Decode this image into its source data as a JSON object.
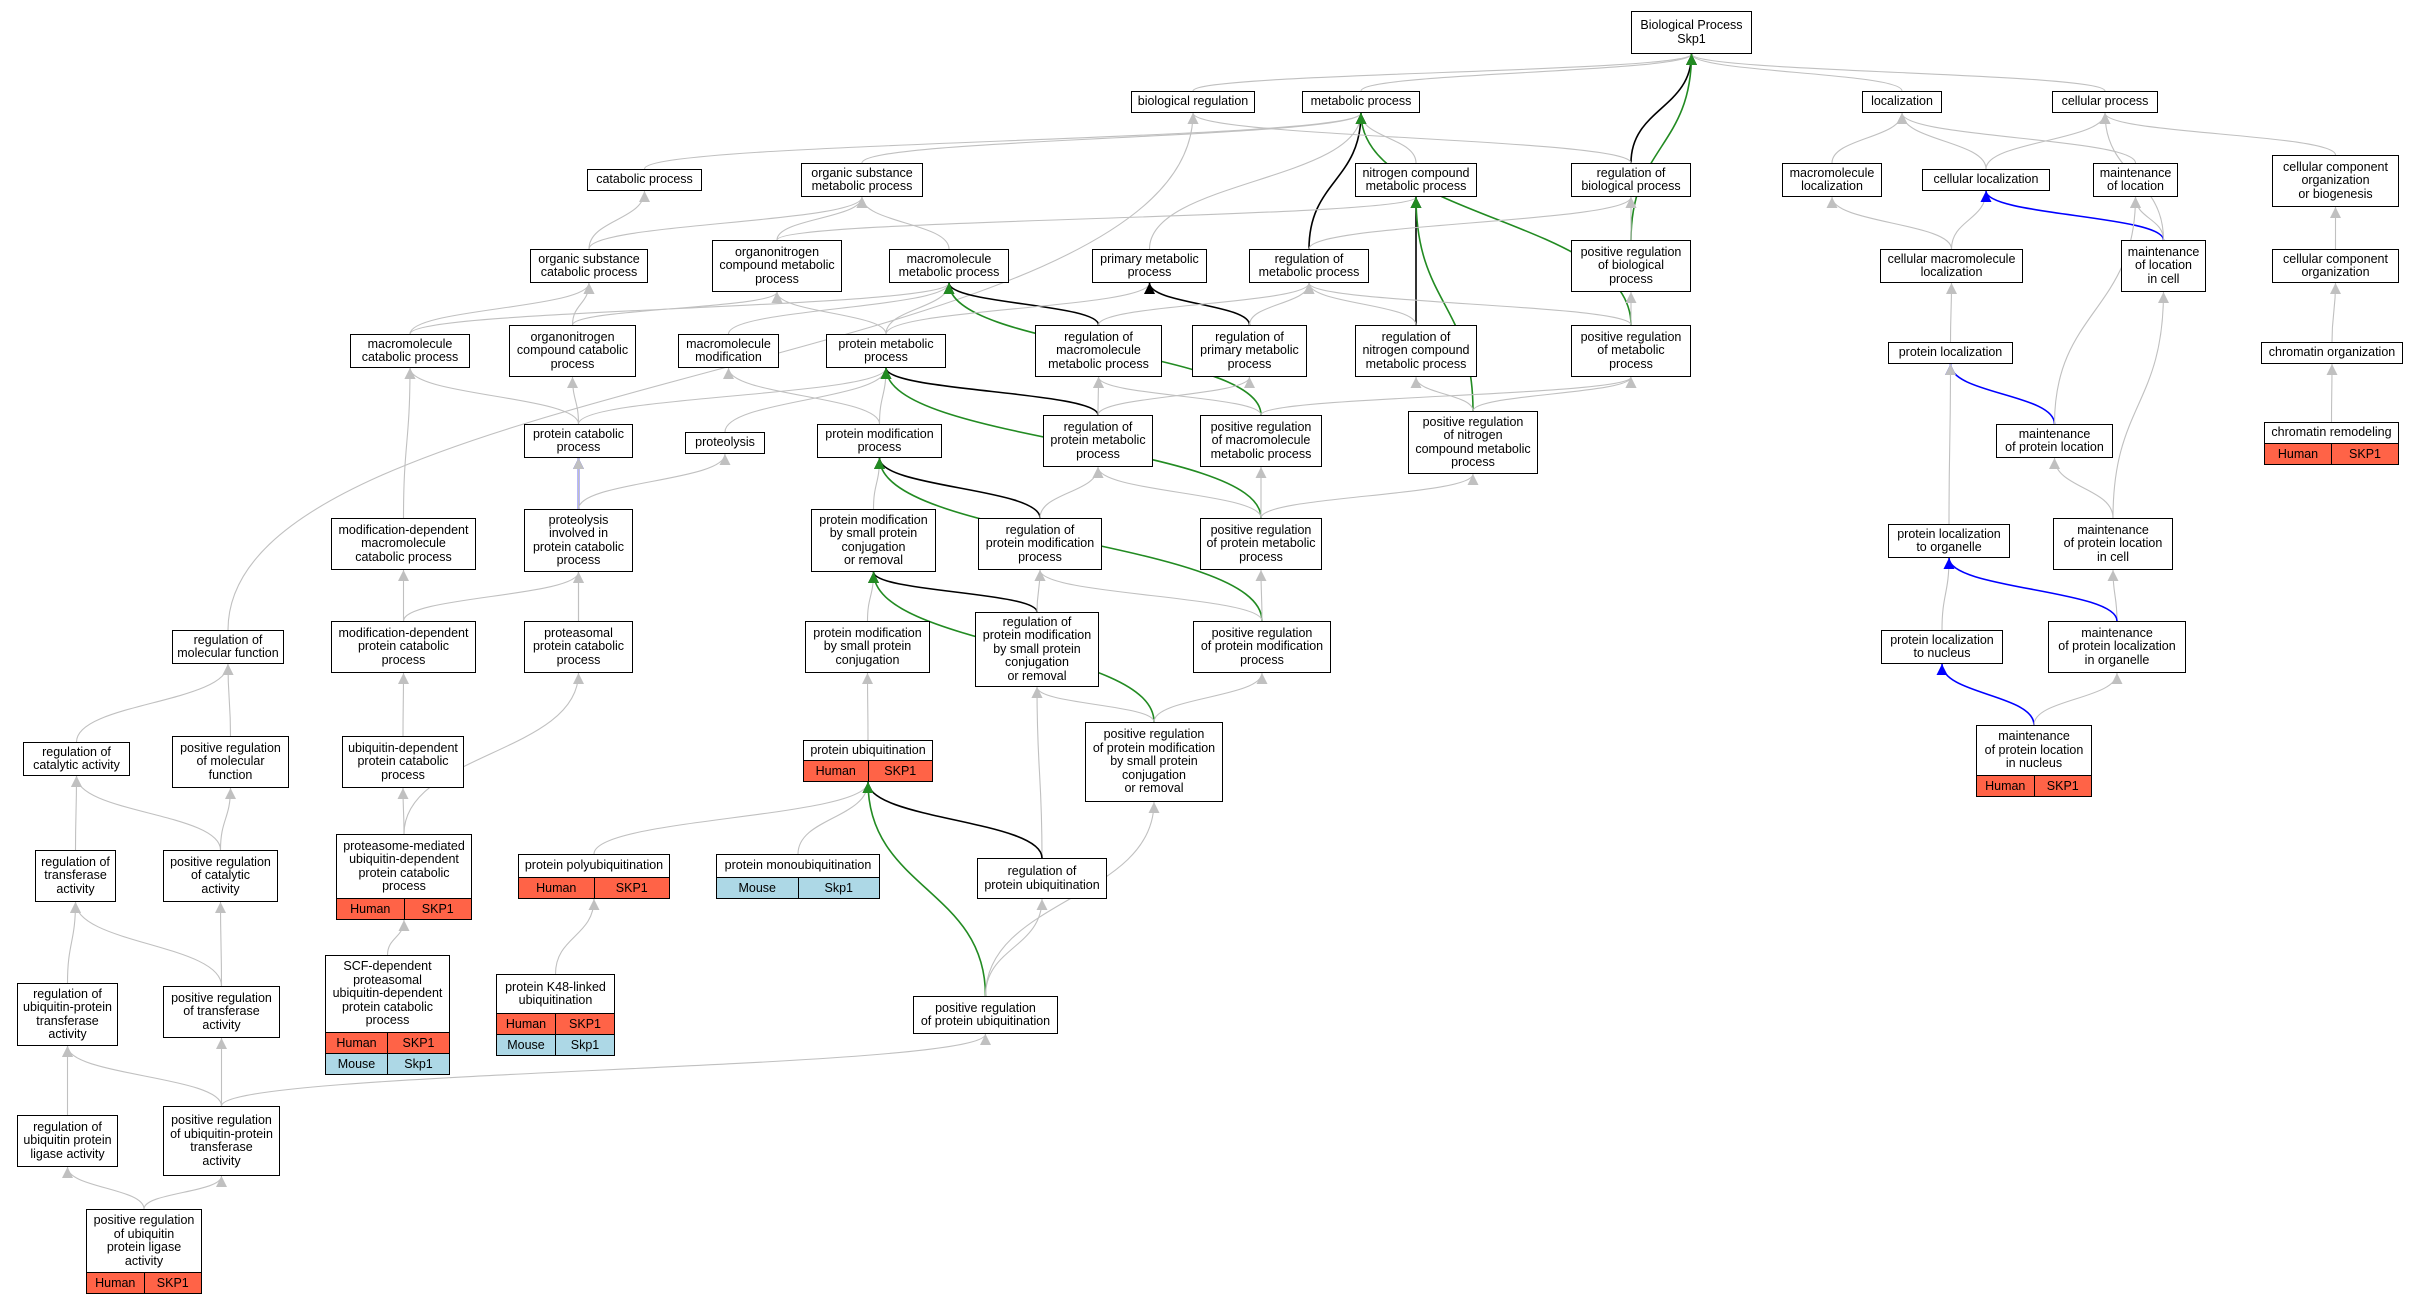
{
  "colors": {
    "edge_gray": "#c0c0c0",
    "edge_black": "#000000",
    "edge_green": "#228b22",
    "edge_blue": "#0000ff",
    "human": "#ff6347",
    "mouse": "#add8e6"
  },
  "nodes": [
    {
      "id": "root",
      "label": "Biological Process\nSkp1"
    },
    {
      "id": "bioreg",
      "label": "biological regulation"
    },
    {
      "id": "metab",
      "label": "metabolic process"
    },
    {
      "id": "local",
      "label": "localization"
    },
    {
      "id": "cellproc",
      "label": "cellular process"
    },
    {
      "id": "catab",
      "label": "catabolic process"
    },
    {
      "id": "orgsub",
      "label": "organic substance\nmetabolic process"
    },
    {
      "id": "nitro",
      "label": "nitrogen compound\nmetabolic process"
    },
    {
      "id": "regbio",
      "label": "regulation of\nbiological process"
    },
    {
      "id": "macroloc",
      "label": "macromolecule\nlocalization"
    },
    {
      "id": "cellloc",
      "label": "cellular localization"
    },
    {
      "id": "mainloc",
      "label": "maintenance\nof location"
    },
    {
      "id": "ccorgbio",
      "label": "cellular component\norganization\nor biogenesis"
    },
    {
      "id": "orgsubcat",
      "label": "organic substance\ncatabolic process"
    },
    {
      "id": "organonit",
      "label": "organonitrogen\ncompound metabolic\nprocess"
    },
    {
      "id": "macromet",
      "label": "macromolecule\nmetabolic process"
    },
    {
      "id": "primmet",
      "label": "primary metabolic\nprocess"
    },
    {
      "id": "regmet",
      "label": "regulation of\nmetabolic process"
    },
    {
      "id": "posregbio",
      "label": "positive regulation\nof biological\nprocess"
    },
    {
      "id": "cellmacroloc",
      "label": "cellular macromolecule\nlocalization"
    },
    {
      "id": "mainlocincell",
      "label": "maintenance\nof location\nin cell"
    },
    {
      "id": "ccorg",
      "label": "cellular component\norganization"
    },
    {
      "id": "macrocat",
      "label": "macromolecule\ncatabolic process"
    },
    {
      "id": "orgnitcat",
      "label": "organonitrogen\ncompound catabolic\nprocess"
    },
    {
      "id": "macromod",
      "label": "macromolecule\nmodification"
    },
    {
      "id": "protmet",
      "label": "protein metabolic\nprocess"
    },
    {
      "id": "regmacromet",
      "label": "regulation of\nmacromolecule\nmetabolic process"
    },
    {
      "id": "regprimmet",
      "label": "regulation of\nprimary metabolic\nprocess"
    },
    {
      "id": "regnitro",
      "label": "regulation of\nnitrogen compound\nmetabolic process"
    },
    {
      "id": "posregmet",
      "label": "positive regulation\nof metabolic\nprocess"
    },
    {
      "id": "protloc",
      "label": "protein localization"
    },
    {
      "id": "chromorg",
      "label": "chromatin organization"
    },
    {
      "id": "protcat",
      "label": "protein catabolic\nprocess"
    },
    {
      "id": "proteolysis",
      "label": "proteolysis"
    },
    {
      "id": "protmod",
      "label": "protein modification\nprocess"
    },
    {
      "id": "regprotmet",
      "label": "regulation of\nprotein metabolic\nprocess"
    },
    {
      "id": "posregmacromet",
      "label": "positive regulation\nof macromolecule\nmetabolic process"
    },
    {
      "id": "posregnitro",
      "label": "positive regulation\nof nitrogen\ncompound metabolic\nprocess"
    },
    {
      "id": "mainprotloc",
      "label": "maintenance\nof protein location"
    },
    {
      "id": "chromremod",
      "label": "chromatin remodeling",
      "species": [
        [
          "Human",
          "SKP1"
        ]
      ]
    },
    {
      "id": "moddepmacro",
      "label": "modification-dependent\nmacromolecule\ncatabolic process"
    },
    {
      "id": "proteolysiscat",
      "label": "proteolysis\ninvolved in\nprotein catabolic\nprocess"
    },
    {
      "id": "protmodsmall",
      "label": "protein modification\nby small protein\nconjugation\nor removal"
    },
    {
      "id": "regprotmod",
      "label": "regulation of\nprotein modification\nprocess"
    },
    {
      "id": "posregprotmet",
      "label": "positive regulation\nof protein metabolic\nprocess"
    },
    {
      "id": "protlocorg",
      "label": "protein localization\nto organelle"
    },
    {
      "id": "mainprotlocincell",
      "label": "maintenance\nof protein location\nin cell"
    },
    {
      "id": "regmolfunc",
      "label": "regulation of\nmolecular function"
    },
    {
      "id": "moddepprot",
      "label": "modification-dependent\nprotein catabolic\nprocess"
    },
    {
      "id": "proteasomal",
      "label": "proteasomal\nprotein catabolic\nprocess"
    },
    {
      "id": "protmodconj",
      "label": "protein modification\nby small protein\nconjugation"
    },
    {
      "id": "regprotmodsmall",
      "label": "regulation of\nprotein modification\nby small protein\nconjugation\nor removal"
    },
    {
      "id": "posregprotmod",
      "label": "positive regulation\nof protein modification\nprocess"
    },
    {
      "id": "protlocnuc",
      "label": "protein localization\nto nucleus"
    },
    {
      "id": "mainprotlocorg",
      "label": "maintenance\nof protein localization\nin organelle"
    },
    {
      "id": "regcat",
      "label": "regulation of\ncatalytic activity"
    },
    {
      "id": "posregmolfunc",
      "label": "positive regulation\nof molecular\nfunction"
    },
    {
      "id": "ubdep",
      "label": "ubiquitin-dependent\nprotein catabolic\nprocess"
    },
    {
      "id": "protubiq",
      "label": "protein ubiquitination",
      "species": [
        [
          "Human",
          "SKP1"
        ]
      ]
    },
    {
      "id": "posregprotmodsmall",
      "label": "positive regulation\nof protein modification\nby small protein\nconjugation\nor removal"
    },
    {
      "id": "mainprotlocnuc",
      "label": "maintenance\nof protein location\nin nucleus",
      "species": [
        [
          "Human",
          "SKP1"
        ]
      ]
    },
    {
      "id": "regtrans",
      "label": "regulation of\ntransferase\nactivity"
    },
    {
      "id": "posregcat",
      "label": "positive regulation\nof catalytic\nactivity"
    },
    {
      "id": "proteasomemed",
      "label": "proteasome-mediated\nubiquitin-dependent\nprotein catabolic\nprocess",
      "species": [
        [
          "Human",
          "SKP1"
        ]
      ]
    },
    {
      "id": "protpoly",
      "label": "protein polyubiquitination",
      "species": [
        [
          "Human",
          "SKP1"
        ]
      ]
    },
    {
      "id": "protmono",
      "label": "protein monoubiquitination",
      "species": [
        [
          "Mouse",
          "Skp1"
        ]
      ]
    },
    {
      "id": "regprotubiq",
      "label": "regulation of\nprotein ubiquitination"
    },
    {
      "id": "scf",
      "label": "SCF-dependent\nproteasomal\nubiquitin-dependent\nprotein catabolic\nprocess",
      "species": [
        [
          "Human",
          "SKP1"
        ],
        [
          "Mouse",
          "Skp1"
        ]
      ]
    },
    {
      "id": "k48",
      "label": "protein K48-linked\nubiquitination",
      "species": [
        [
          "Human",
          "SKP1"
        ],
        [
          "Mouse",
          "Skp1"
        ]
      ]
    },
    {
      "id": "posregprotubiq",
      "label": "positive regulation\nof protein ubiquitination"
    },
    {
      "id": "regubiqtrans",
      "label": "regulation of\nubiquitin-protein\ntransferase\nactivity"
    },
    {
      "id": "posregtrans",
      "label": "positive regulation\nof transferase\nactivity"
    },
    {
      "id": "regubiqlig",
      "label": "regulation of\nubiquitin protein\nligase activity"
    },
    {
      "id": "posregubiqtrans",
      "label": "positive regulation\nof ubiquitin-protein\ntransferase\nactivity"
    },
    {
      "id": "posregubiqlig",
      "label": "positive regulation\nof ubiquitin\nprotein ligase\nactivity",
      "species": [
        [
          "Human",
          "SKP1"
        ]
      ]
    }
  ],
  "edges": [
    [
      "bioreg",
      "root",
      "gray"
    ],
    [
      "metab",
      "root",
      "gray"
    ],
    [
      "local",
      "root",
      "gray"
    ],
    [
      "cellproc",
      "root",
      "gray"
    ],
    [
      "regbio",
      "root",
      "black"
    ],
    [
      "posregbio",
      "root",
      "green"
    ],
    [
      "catab",
      "metab",
      "gray"
    ],
    [
      "orgsub",
      "metab",
      "gray"
    ],
    [
      "nitro",
      "metab",
      "gray"
    ],
    [
      "primmet",
      "metab",
      "gray"
    ],
    [
      "regmet",
      "metab",
      "black"
    ],
    [
      "posregmet",
      "metab",
      "green"
    ],
    [
      "regbio",
      "bioreg",
      "gray"
    ],
    [
      "regmolfunc",
      "bioreg",
      "gray"
    ],
    [
      "macroloc",
      "local",
      "gray"
    ],
    [
      "cellloc",
      "local",
      "gray"
    ],
    [
      "mainloc",
      "local",
      "gray"
    ],
    [
      "cellloc",
      "cellproc",
      "gray"
    ],
    [
      "ccorgbio",
      "cellproc",
      "gray"
    ],
    [
      "mainlocincell",
      "cellproc",
      "gray"
    ],
    [
      "orgsubcat",
      "catab",
      "gray"
    ],
    [
      "orgsubcat",
      "orgsub",
      "gray"
    ],
    [
      "macromet",
      "orgsub",
      "gray"
    ],
    [
      "organonit",
      "orgsub",
      "gray"
    ],
    [
      "organonit",
      "nitro",
      "gray"
    ],
    [
      "regnitro",
      "nitro",
      "black"
    ],
    [
      "posregnitro",
      "nitro",
      "green"
    ],
    [
      "regmet",
      "regbio",
      "gray"
    ],
    [
      "posregbio",
      "regbio",
      "gray"
    ],
    [
      "cellmacroloc",
      "macroloc",
      "gray"
    ],
    [
      "cellmacroloc",
      "cellloc",
      "gray"
    ],
    [
      "mainlocincell",
      "cellloc",
      "blue"
    ],
    [
      "mainlocincell",
      "mainloc",
      "gray"
    ],
    [
      "ccorg",
      "ccorgbio",
      "gray"
    ],
    [
      "macrocat",
      "orgsubcat",
      "gray"
    ],
    [
      "orgnitcat",
      "orgsubcat",
      "gray"
    ],
    [
      "orgnitcat",
      "organonit",
      "gray"
    ],
    [
      "protmet",
      "organonit",
      "gray"
    ],
    [
      "macrocat",
      "macromet",
      "gray"
    ],
    [
      "macromod",
      "macromet",
      "gray"
    ],
    [
      "protmet",
      "macromet",
      "gray"
    ],
    [
      "regmacromet",
      "macromet",
      "black"
    ],
    [
      "posregmacromet",
      "macromet",
      "green"
    ],
    [
      "protmet",
      "primmet",
      "gray"
    ],
    [
      "regprimmet",
      "primmet",
      "black"
    ],
    [
      "regmacromet",
      "regmet",
      "gray"
    ],
    [
      "regprimmet",
      "regmet",
      "gray"
    ],
    [
      "regnitro",
      "regmet",
      "gray"
    ],
    [
      "posregmet",
      "regmet",
      "gray"
    ],
    [
      "posregmet",
      "posregbio",
      "gray"
    ],
    [
      "protloc",
      "cellmacroloc",
      "gray"
    ],
    [
      "mainprotlocincell",
      "mainlocincell",
      "gray"
    ],
    [
      "chromorg",
      "ccorg",
      "gray"
    ],
    [
      "protcat",
      "macrocat",
      "gray"
    ],
    [
      "moddepmacro",
      "macrocat",
      "gray"
    ],
    [
      "protcat",
      "orgnitcat",
      "gray"
    ],
    [
      "protmod",
      "macromod",
      "gray"
    ],
    [
      "protcat",
      "protmet",
      "gray"
    ],
    [
      "proteolysis",
      "protmet",
      "gray"
    ],
    [
      "protmod",
      "protmet",
      "gray"
    ],
    [
      "regprotmet",
      "protmet",
      "black"
    ],
    [
      "posregprotmet",
      "protmet",
      "green"
    ],
    [
      "regprotmet",
      "regmacromet",
      "gray"
    ],
    [
      "posregmacromet",
      "regmacromet",
      "gray"
    ],
    [
      "regprotmet",
      "regprimmet",
      "gray"
    ],
    [
      "posregnitro",
      "regnitro",
      "gray"
    ],
    [
      "posregmacromet",
      "posregmet",
      "gray"
    ],
    [
      "posregnitro",
      "posregmet",
      "gray"
    ],
    [
      "mainprotloc",
      "protloc",
      "blue"
    ],
    [
      "protlocorg",
      "protloc",
      "gray"
    ],
    [
      "mainprotloc",
      "mainloc",
      "gray"
    ],
    [
      "chromremod",
      "chromorg",
      "gray"
    ],
    [
      "proteolysiscat",
      "protcat",
      "blue"
    ],
    [
      "proteolysiscat",
      "proteolysis",
      "gray"
    ],
    [
      "proteasomal",
      "protcat",
      "gray"
    ],
    [
      "protmodsmall",
      "protmod",
      "gray"
    ],
    [
      "regprotmod",
      "protmod",
      "black"
    ],
    [
      "posregprotmod",
      "protmod",
      "green"
    ],
    [
      "regprotmod",
      "regprotmet",
      "gray"
    ],
    [
      "posregprotmet",
      "regprotmet",
      "gray"
    ],
    [
      "posregprotmet",
      "posregmacromet",
      "gray"
    ],
    [
      "posregprotmet",
      "posregnitro",
      "gray"
    ],
    [
      "mainprotlocincell",
      "mainprotloc",
      "gray"
    ],
    [
      "mainprotlocorg",
      "mainprotlocincell",
      "gray"
    ],
    [
      "moddepprot",
      "moddepmacro",
      "gray"
    ],
    [
      "moddepprot",
      "proteolysiscat",
      "gray"
    ],
    [
      "proteasomal",
      "proteolysiscat",
      "gray"
    ],
    [
      "protmodconj",
      "protmodsmall",
      "gray"
    ],
    [
      "regprotmodsmall",
      "protmodsmall",
      "black"
    ],
    [
      "posregprotmodsmall",
      "protmodsmall",
      "green"
    ],
    [
      "regprotmodsmall",
      "regprotmod",
      "gray"
    ],
    [
      "posregprotmod",
      "regprotmod",
      "gray"
    ],
    [
      "posregprotmod",
      "posregprotmet",
      "gray"
    ],
    [
      "protlocnuc",
      "protlocorg",
      "gray"
    ],
    [
      "mainprotlocorg",
      "protlocorg",
      "blue"
    ],
    [
      "mainprotlocnuc",
      "protlocnuc",
      "blue"
    ],
    [
      "mainprotlocnuc",
      "mainprotlocorg",
      "gray"
    ],
    [
      "regcat",
      "regmolfunc",
      "gray"
    ],
    [
      "posregmolfunc",
      "regmolfunc",
      "gray"
    ],
    [
      "ubdep",
      "moddepprot",
      "gray"
    ],
    [
      "protubiq",
      "protmodconj",
      "gray"
    ],
    [
      "regprotubiq",
      "regprotmodsmall",
      "gray"
    ],
    [
      "posregprotmodsmall",
      "regprotmodsmall",
      "gray"
    ],
    [
      "posregprotmodsmall",
      "posregprotmod",
      "gray"
    ],
    [
      "regtrans",
      "regcat",
      "gray"
    ],
    [
      "posregcat",
      "regcat",
      "gray"
    ],
    [
      "posregcat",
      "posregmolfunc",
      "gray"
    ],
    [
      "proteasomemed",
      "ubdep",
      "gray"
    ],
    [
      "proteasomemed",
      "proteasomal",
      "gray"
    ],
    [
      "protpoly",
      "protubiq",
      "gray"
    ],
    [
      "protmono",
      "protubiq",
      "gray"
    ],
    [
      "regprotubiq",
      "protubiq",
      "black"
    ],
    [
      "posregprotubiq",
      "protubiq",
      "green"
    ],
    [
      "scf",
      "proteasomemed",
      "gray"
    ],
    [
      "k48",
      "protpoly",
      "gray"
    ],
    [
      "posregprotubiq",
      "regprotubiq",
      "gray"
    ],
    [
      "posregprotubiq",
      "posregprotmodsmall",
      "gray"
    ],
    [
      "regubiqtrans",
      "regtrans",
      "gray"
    ],
    [
      "posregtrans",
      "regtrans",
      "gray"
    ],
    [
      "posregtrans",
      "posregcat",
      "gray"
    ],
    [
      "regubiqlig",
      "regubiqtrans",
      "gray"
    ],
    [
      "posregubiqtrans",
      "regubiqtrans",
      "gray"
    ],
    [
      "posregubiqtrans",
      "posregtrans",
      "gray"
    ],
    [
      "posregubiqtrans",
      "posregprotubiq",
      "gray"
    ],
    [
      "posregubiqlig",
      "regubiqlig",
      "gray"
    ],
    [
      "posregubiqlig",
      "posregubiqtrans",
      "gray"
    ]
  ]
}
